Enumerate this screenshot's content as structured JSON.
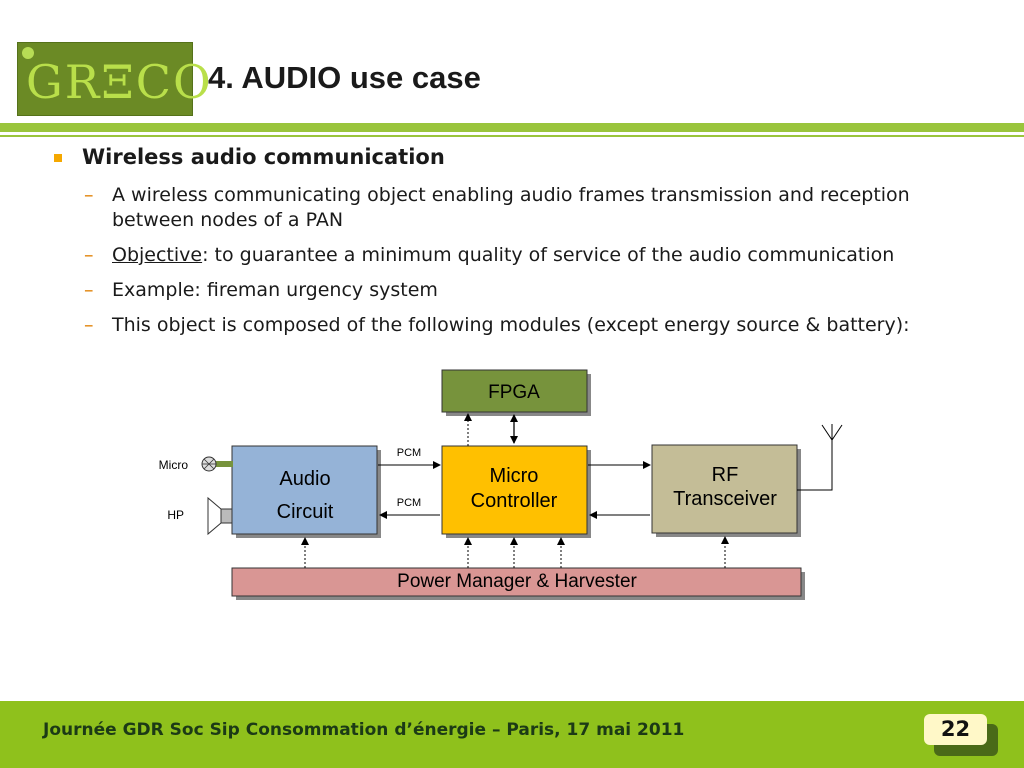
{
  "header": {
    "logo_text": "GRΞCO",
    "title": "4. AUDIO use case"
  },
  "content": {
    "bullet": "Wireless audio communication",
    "sub": [
      {
        "text": "A wireless communicating object enabling audio frames transmission and reception between nodes of a PAN"
      },
      {
        "prefix": "Objective",
        "text": ": to guarantee a minimum quality of service of the audio communication"
      },
      {
        "text": "Example: fireman urgency system"
      },
      {
        "text": "This object is composed of the following modules (except energy source & battery):"
      }
    ]
  },
  "diagram": {
    "fpga": "FPGA",
    "audio_line1": "Audio",
    "audio_line2": "Circuit",
    "mc_line1": "Micro",
    "mc_line2": "Controller",
    "rf_line1": "RF",
    "rf_line2": "Transceiver",
    "power": "Power Manager & Harvester",
    "pcm_top": "PCM",
    "pcm_bottom": "PCM",
    "micro_label": "Micro",
    "hp_label": "HP"
  },
  "footer": {
    "text": "Journée GDR Soc Sip Consommation d’énergie – Paris, 17 mai 2011",
    "page": "22"
  },
  "colors": {
    "green_rule": "#9ac53c",
    "footer_green": "#8fc11c",
    "fpga": "#77933c",
    "audio": "#95b3d7",
    "micro_controller": "#ffc000",
    "rf": "#c4bd97",
    "power": "#d99694",
    "bullet": "#f5a800"
  }
}
